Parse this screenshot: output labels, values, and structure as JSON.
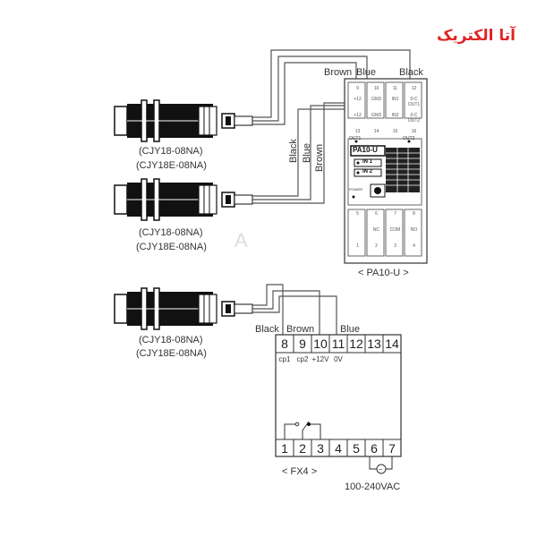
{
  "logo": {
    "text": "آتا الکتریک",
    "color": "#e02525"
  },
  "sensors": [
    {
      "model": "(CJY18-08NA)",
      "alt_model": "(CJY18E-08NA)"
    },
    {
      "model": "(CJY18-08NA)",
      "alt_model": "(CJY18E-08NA)"
    },
    {
      "model": "(CJY18-08NA)",
      "alt_model": "(CJY18E-08NA)"
    }
  ],
  "wire_colors": {
    "brown": "Brown",
    "blue": "Blue",
    "black": "Black"
  },
  "pa10u": {
    "caption": "< PA10-U >",
    "name": "PA10-U",
    "top_numbers_row1": [
      "9",
      "10",
      "11",
      "12"
    ],
    "top_labels_row1": [
      "+12",
      "GND",
      "IN1",
      "0-C OUT1"
    ],
    "top_labels_row2": [
      "+12",
      "GND",
      "IN2",
      "0-C OUT2"
    ],
    "top_numbers_row2": [
      "13",
      "14",
      "15",
      "16"
    ],
    "out1": "OUT1",
    "out2": "OUT2",
    "in1": "IN 1",
    "in2": "IN 2",
    "power": "POWER",
    "bottom_numbers_row1": [
      "5",
      "6",
      "7",
      "8"
    ],
    "bottom_labels": [
      "",
      "NC",
      "COM",
      "NO"
    ],
    "bottom_numbers_row2": [
      "1",
      "2",
      "3",
      "4"
    ]
  },
  "fx4": {
    "caption": "< FX4 >",
    "top_terminals": [
      "8",
      "9",
      "10",
      "11",
      "12",
      "13",
      "14"
    ],
    "top_labels": [
      "cp1",
      "cp2",
      "+12V",
      "0V"
    ],
    "bottom_terminals": [
      "1",
      "2",
      "3",
      "4",
      "5",
      "6",
      "7"
    ],
    "supply": "100-240VAC"
  },
  "watermark": "A"
}
